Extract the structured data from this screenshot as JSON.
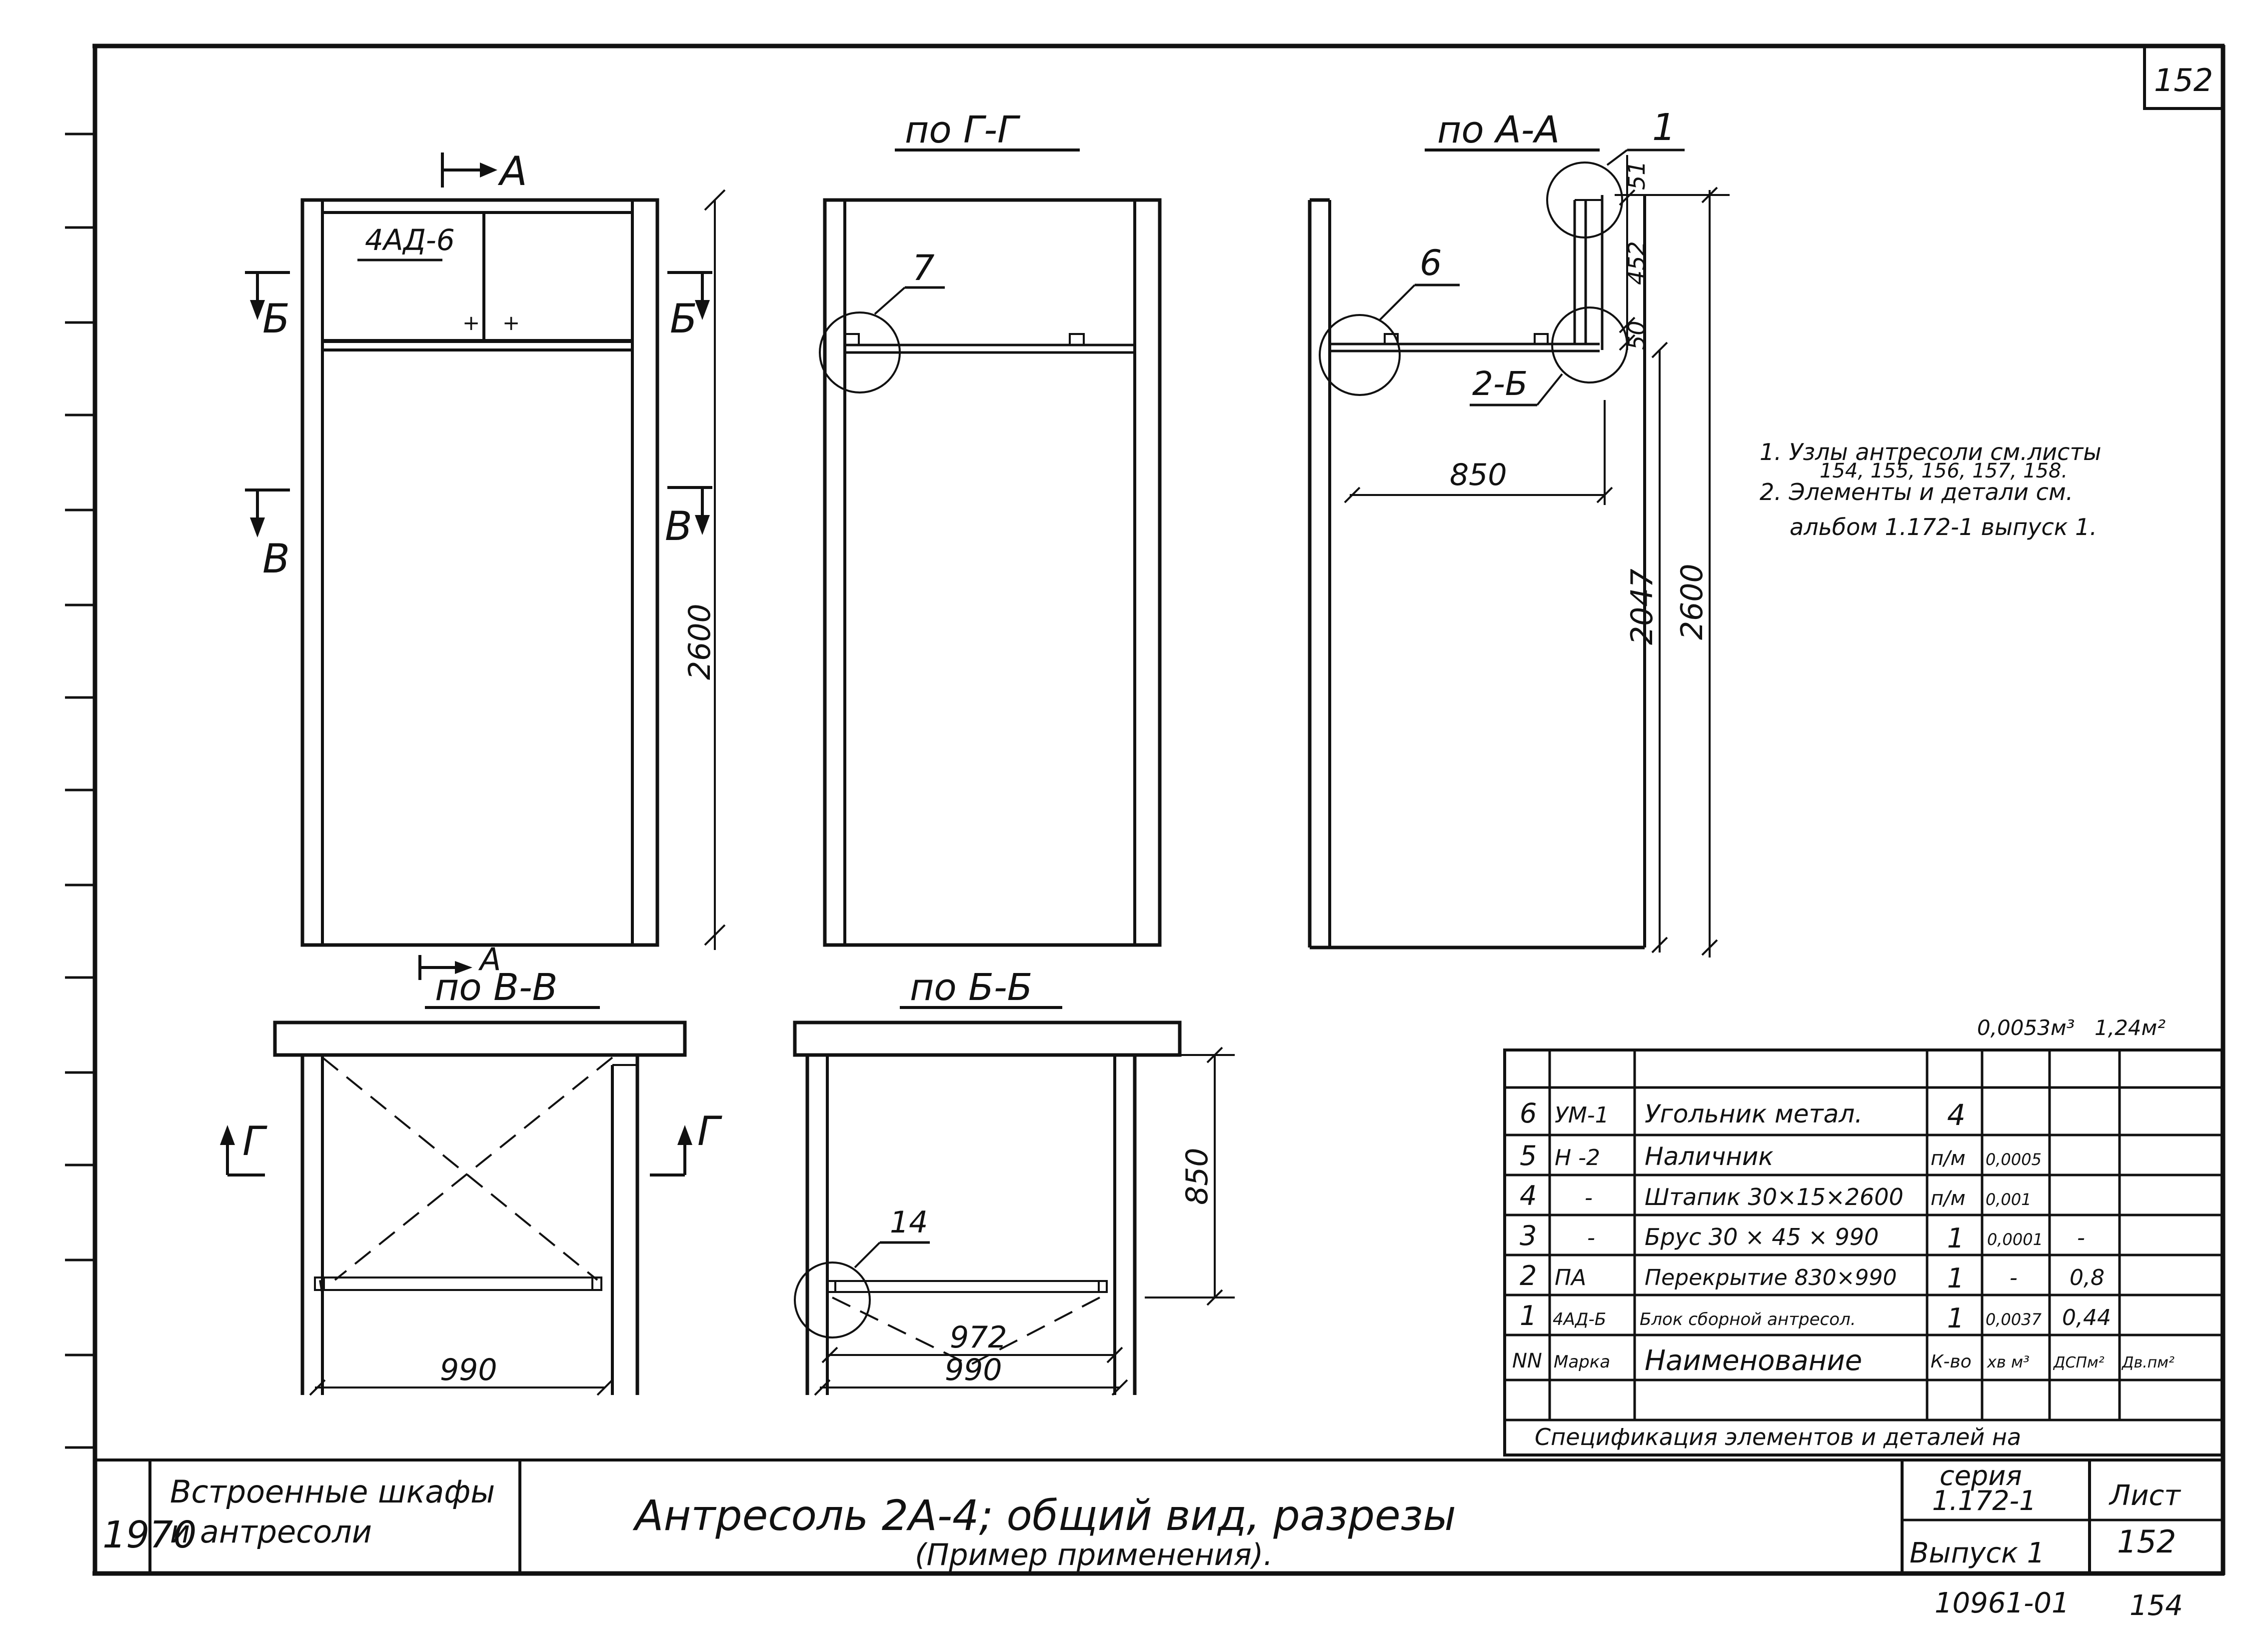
{
  "sheet": {
    "number_top": "152",
    "stamp_bottom_left": "10961-01",
    "stamp_bottom_right": "154"
  },
  "views": {
    "front": {
      "cut_a": "А",
      "cut_b_left": "Б",
      "cut_b_right": "Б",
      "cut_v_left": "В",
      "cut_v_right": "В",
      "block_label": "4АД-6",
      "dim_height": "2600"
    },
    "section_g": {
      "title": "по Г-Г",
      "callout": "7"
    },
    "section_a": {
      "title": "по А-А",
      "callout_1": "1",
      "callout_6": "6",
      "callout_2b": "2-Б",
      "dim_51": "51",
      "dim_452": "452",
      "dim_50": "50",
      "dim_850": "850",
      "dim_2047": "2047",
      "dim_2600": "2600"
    },
    "section_v": {
      "title": "по В-В",
      "cut_a": "А",
      "cut_g_left": "Г",
      "cut_g_right": "Г",
      "dim_990": "990"
    },
    "section_b": {
      "title": "по Б-Б",
      "callout": "14",
      "dim_850": "850",
      "dim_972": "972",
      "dim_990": "990"
    }
  },
  "notes": [
    "1. Узлы антресоли см.листы",
    "154, 155, 156, 157, 158.",
    "2. Элементы и детали см.",
    "альбом 1.172-1 выпуск 1."
  ],
  "spec": {
    "totals": [
      "0,0053м³",
      "1,24м²"
    ],
    "rows": [
      {
        "nn": "6",
        "mark": "УМ-1",
        "name": "Угольник метал.",
        "qty": "4",
        "c1": "",
        "c2": ""
      },
      {
        "nn": "5",
        "mark": "Н -2",
        "name": "Наличник",
        "qty": "п/м",
        "c1": "0,0005",
        "c2": ""
      },
      {
        "nn": "4",
        "mark": "-",
        "name": "Штапик 30×15×2600",
        "qty": "п/м",
        "c1": "0,001",
        "c2": ""
      },
      {
        "nn": "3",
        "mark": "-",
        "name": "Брус 30 × 45 × 990",
        "qty": "1",
        "c1": "0,0001",
        "c2": "-"
      },
      {
        "nn": "2",
        "mark": "ПА",
        "name": "Перекрытие 830×990",
        "qty": "1",
        "c1": "-",
        "c2": "0,8"
      },
      {
        "nn": "1",
        "mark": "4АД-Б",
        "name": "Блок сборной антресол.",
        "qty": "1",
        "c1": "0,0037",
        "c2": "0,44"
      }
    ],
    "header": {
      "nn": "NN",
      "mark": "Марка",
      "name": "Наименование",
      "qty": "К-во",
      "c1": "хв м³",
      "c2": "ДСПм²",
      "c3": "Дв.пм²"
    },
    "caption": "Спецификация элементов и деталей на"
  },
  "title_block": {
    "year": "1970",
    "subject_line1": "Встроенные шкафы",
    "subject_line2": "и антресоли",
    "title": "Антресоль 2А-4; общий вид, разрезы",
    "subtitle": "(Пример применения).",
    "series_label": "серия",
    "series_value": "1.172-1",
    "issue": "Выпуск 1",
    "sheet_label": "Лист",
    "sheet_value": "152"
  }
}
